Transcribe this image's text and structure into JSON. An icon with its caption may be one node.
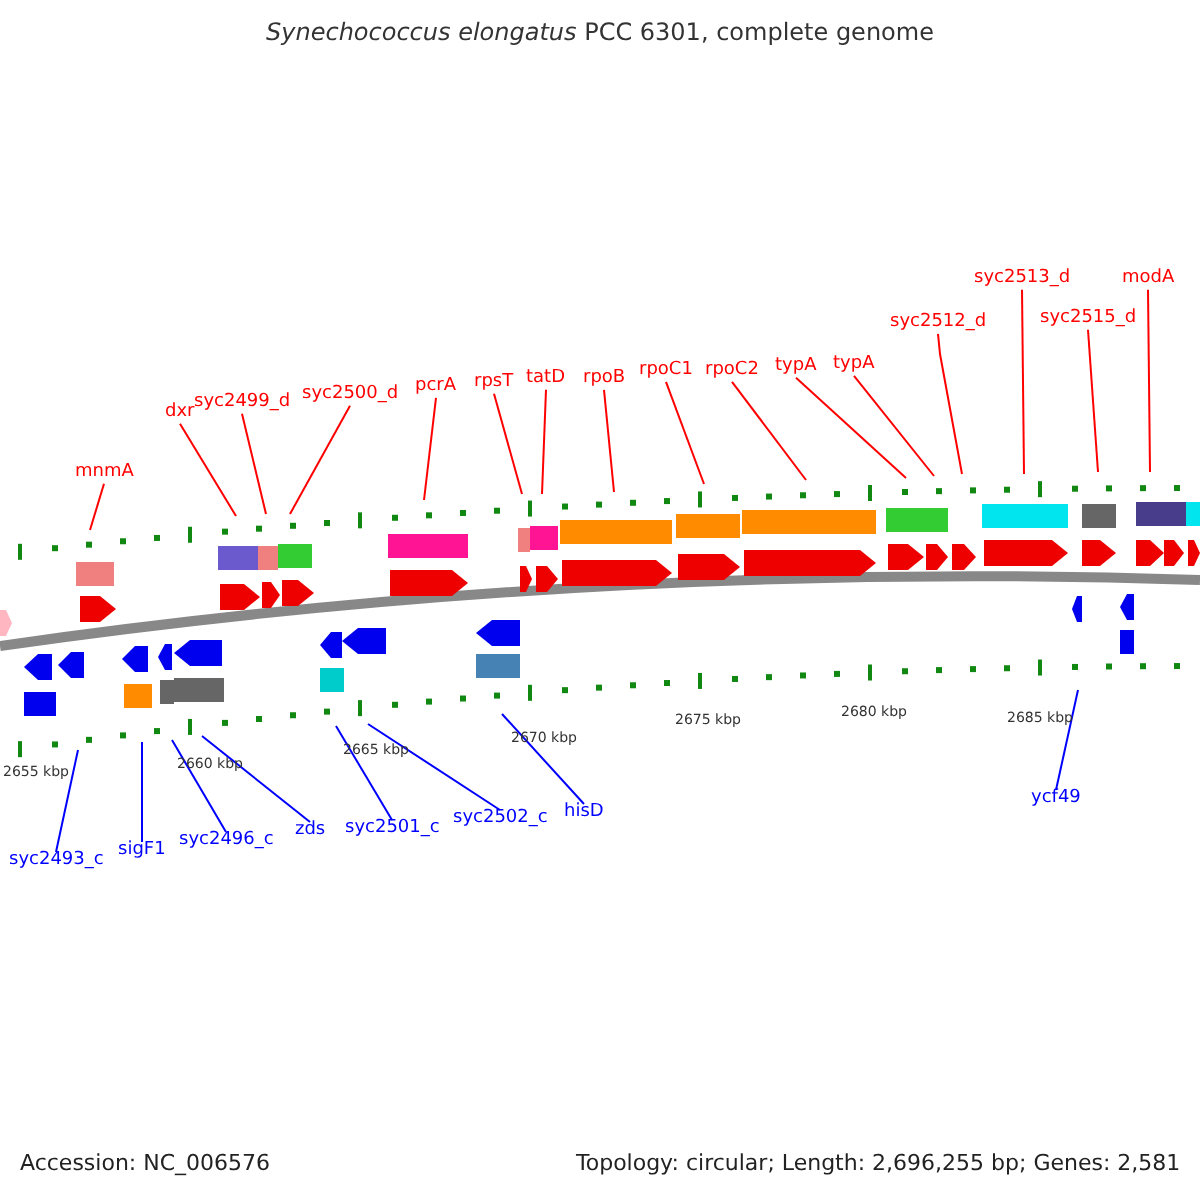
{
  "diagram": {
    "title": "*Synechococcus elongatus* PCC 6301, complete genome",
    "nodes": [
      {
        "text": [
          "mnmA"
        ]
      },
      {
        "text": [
          "dxr"
        ]
      },
      {
        "text": [
          "syc2499_d"
        ]
      },
      {
        "text": [
          "syc2500_d"
        ]
      },
      {
        "text": [
          "pcrA"
        ]
      },
      {
        "text": [
          "rpsT"
        ]
      },
      {
        "text": [
          "tatD"
        ]
      },
      {
        "text": [
          "rpoB"
        ]
      },
      {
        "text": [
          "rpoC1"
        ]
      },
      {
        "text": [
          "rpoC2"
        ]
      },
      {
        "text": [
          "typA"
        ]
      },
      {
        "text": [
          "typA"
        ]
      },
      {
        "text": [
          "syc2512_d"
        ]
      },
      {
        "text": [
          "syc2513_d"
        ]
      },
      {
        "text": [
          "syc2515_d"
        ]
      },
      {
        "text": [
          "modA"
        ]
      },
      {
        "text": [
          "syc2493_c"
        ]
      },
      {
        "text": [
          "sigF1"
        ]
      },
      {
        "text": [
          "syc2496_c"
        ]
      },
      {
        "text": [
          "zds"
        ]
      },
      {
        "text": [
          "syc2501_c"
        ]
      },
      {
        "text": [
          "syc2502_c"
        ]
      },
      {
        "text": [
          "hisD"
        ]
      },
      {
        "text": [
          "ycf49"
        ]
      }
    ],
    "edges": [
      {
        "from": 0,
        "to": null,
        "arrow": "none"
      },
      {
        "from": 1,
        "to": null,
        "arrow": "none"
      },
      {
        "from": 2,
        "to": null,
        "arrow": "none"
      },
      {
        "from": 3,
        "to": null,
        "arrow": "none"
      },
      {
        "from": 4,
        "to": null,
        "arrow": "none"
      },
      {
        "from": 5,
        "to": null,
        "arrow": "none"
      },
      {
        "from": 6,
        "to": null,
        "arrow": "none"
      },
      {
        "from": 7,
        "to": null,
        "arrow": "none"
      },
      {
        "from": 8,
        "to": null,
        "arrow": "none"
      },
      {
        "from": 9,
        "to": null,
        "arrow": "none"
      },
      {
        "from": 10,
        "to": null,
        "arrow": "none"
      },
      {
        "from": 11,
        "to": null,
        "arrow": "none"
      },
      {
        "from": 12,
        "to": null,
        "arrow": "none"
      },
      {
        "from": 13,
        "to": null,
        "arrow": "none"
      },
      {
        "from": 14,
        "to": null,
        "arrow": "none"
      },
      {
        "from": 15,
        "to": null,
        "arrow": "none"
      },
      {
        "from": 16,
        "to": null,
        "arrow": "none",
        "color": "#0000ff"
      },
      {
        "from": 17,
        "to": null,
        "arrow": "none",
        "color": "#0000ff"
      },
      {
        "from": 18,
        "to": null,
        "arrow": "none",
        "color": "#0000ff"
      },
      {
        "from": 19,
        "to": null,
        "arrow": "none",
        "color": "#0000ff"
      },
      {
        "from": 20,
        "to": null,
        "arrow": "none",
        "color": "#0000ff"
      },
      {
        "from": 21,
        "to": null,
        "arrow": "none",
        "color": "#0000ff"
      },
      {
        "from": 22,
        "to": null,
        "arrow": "none",
        "color": "#0000ff"
      },
      {
        "from": 23,
        "to": null,
        "arrow": "none",
        "color": "#0000ff"
      }
    ],
    "labels": [
      "2655 kbp",
      "2660 kbp",
      "2665 kbp",
      "2670 kbp",
      "2675 kbp",
      "2680 kbp",
      "2685 kbp",
      "Accession: NC_006576",
      "Topology: circular; Length: 2,696,255 bp; Genes: 2,581"
    ]
  }
}
